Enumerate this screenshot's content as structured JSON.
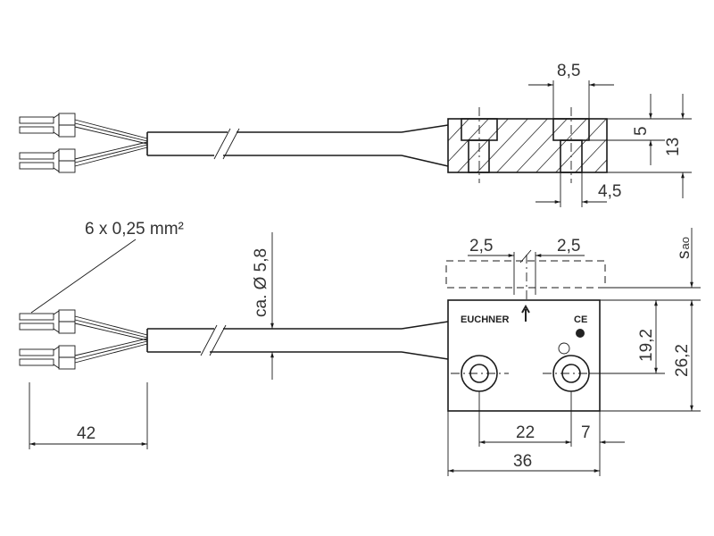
{
  "dimensions": {
    "counterbore_width": "8,5",
    "counterbore_depth": "5",
    "height": "13",
    "hole_diameter": "4,5",
    "wire_spec": "6 x 0,25 mm²",
    "cable_diameter": "ca. Ø 5,8",
    "offset_left": "2,5",
    "offset_right": "2,5",
    "switch_distance": "s",
    "switch_distance_sub": "ao",
    "hole_height": "19,2",
    "total_height": "26,2",
    "wire_length": "42",
    "hole_spacing": "22",
    "hole_edge": "7",
    "total_width": "36"
  },
  "labels": {
    "brand": "EUCHNER",
    "ce_mark": "CE"
  }
}
